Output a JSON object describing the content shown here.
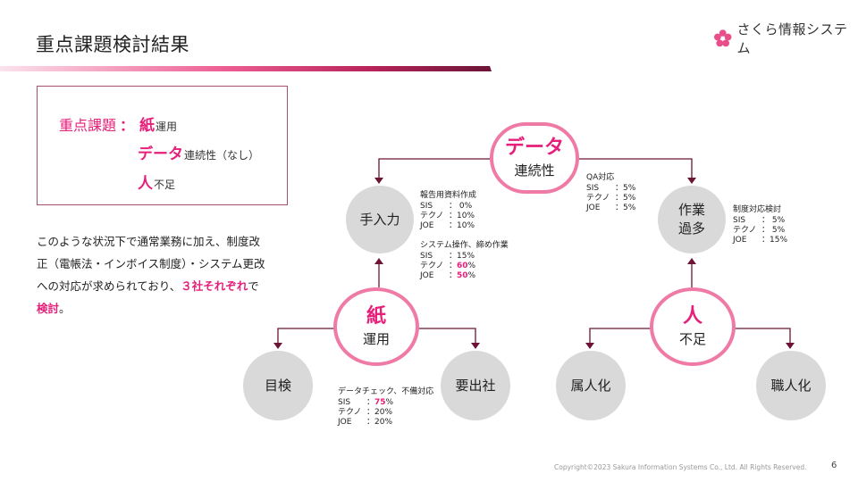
{
  "header": {
    "title": "重点課題検討結果",
    "logo_text": "さくら情報システム"
  },
  "colors": {
    "accent": "#e61f7a",
    "ring": "#f07aa6",
    "connector": "#6b1436",
    "gray_circle": "#d9d9d9"
  },
  "summary": {
    "label": "重点課題",
    "colon": "：",
    "rows": [
      {
        "big": "紙",
        "small": "運用"
      },
      {
        "big": "データ",
        "small": "連続性（なし）"
      },
      {
        "big": "人",
        "small": "不足"
      }
    ]
  },
  "description": {
    "line1": "このような状況下で通常業務に加え、制度改",
    "line2": "正（電帳法・インボイス制度）・システム更改",
    "line3a": "への対応が求められており、",
    "line3b": "３社それぞれ",
    "line3c": "で",
    "line4a": "検討",
    "line4b": "。"
  },
  "diagram": {
    "data": {
      "big": "データ",
      "small": "連続性"
    },
    "paper": {
      "big": "紙",
      "small": "運用"
    },
    "people": {
      "big": "人",
      "small": "不足"
    },
    "manual_input": "手入力",
    "work_overload": {
      "line1": "作業",
      "line2": "過多"
    },
    "visual_check": "目検",
    "office_attend": "要出社",
    "personalization": "属人化",
    "craftsman": "職人化"
  },
  "notes": {
    "report": {
      "title": "報告用資料作成",
      "rows": [
        {
          "k": "SIS",
          "v": "：  0%"
        },
        {
          "k": "テクノ",
          "v": "：10%"
        },
        {
          "k": "JOE",
          "v": "：10%"
        }
      ]
    },
    "sysop": {
      "title": "システム操作、締め作業",
      "rows": [
        {
          "k": "SIS",
          "v": "：15%"
        },
        {
          "k": "テクノ",
          "v": "：",
          "hl": "60",
          "tail": "%"
        },
        {
          "k": "JOE",
          "v": "：",
          "hl": "50",
          "tail": "%"
        }
      ]
    },
    "qa": {
      "title": "QA対応",
      "rows": [
        {
          "k": "SIS",
          "v": "：5%"
        },
        {
          "k": "テクノ",
          "v": "：5%"
        },
        {
          "k": "JOE",
          "v": "：5%"
        }
      ]
    },
    "revision": {
      "title": "制度対応検討",
      "rows": [
        {
          "k": "SIS",
          "v": "：  5%"
        },
        {
          "k": "テクノ",
          "v": "：  5%"
        },
        {
          "k": "JOE",
          "v": "：15%"
        }
      ]
    },
    "datacheck": {
      "title": "データチェック、不備対応",
      "rows": [
        {
          "k": "SIS",
          "v": "：",
          "hl": "75",
          "tail": "%"
        },
        {
          "k": "テクノ",
          "v": "：20%"
        },
        {
          "k": "JOE",
          "v": "：20%"
        }
      ]
    }
  },
  "footer": {
    "copyright": "Copyright©2023 Sakura Information Systems Co., Ltd. All Rights Reserved.",
    "page": "6"
  }
}
